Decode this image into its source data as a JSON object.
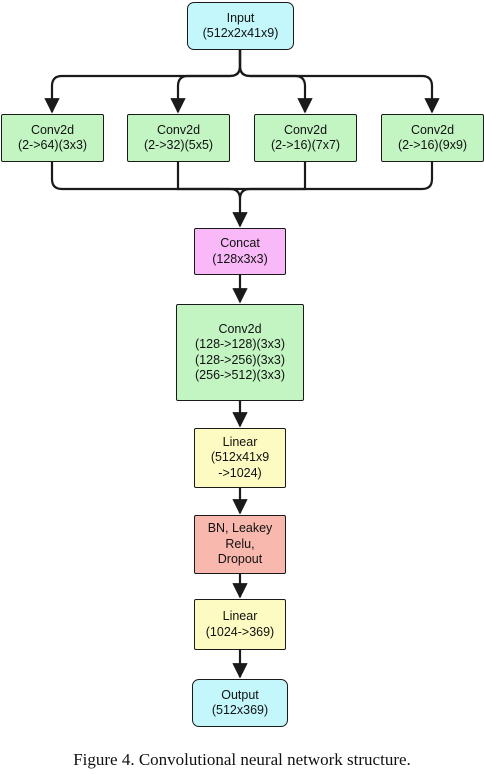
{
  "diagram": {
    "nodes": {
      "input": {
        "lines": [
          "Input",
          "(512x2x41x9)"
        ],
        "color": "#c3f7fb"
      },
      "conv_a": {
        "lines": [
          "Conv2d",
          "(2->64)(3x3)"
        ],
        "color": "#c3f5c3"
      },
      "conv_b": {
        "lines": [
          "Conv2d",
          "(2->32)(5x5)"
        ],
        "color": "#c3f5c3"
      },
      "conv_c": {
        "lines": [
          "Conv2d",
          "(2->16)(7x7)"
        ],
        "color": "#c3f5c3"
      },
      "conv_d": {
        "lines": [
          "Conv2d",
          "(2->16)(9x9)"
        ],
        "color": "#c3f5c3"
      },
      "concat": {
        "lines": [
          "Concat",
          "(128x3x3)"
        ],
        "color": "#f9b8f7"
      },
      "conv_main": {
        "lines": [
          "Conv2d",
          "(128->128)(3x3)",
          "(128->256)(3x3)",
          "(256->512)(3x3)"
        ],
        "color": "#c3f5c3"
      },
      "linear1": {
        "lines": [
          "Linear",
          "(512x41x9",
          "->1024)"
        ],
        "color": "#fdfbc2"
      },
      "bn": {
        "lines": [
          "BN, Leakey",
          "Relu,",
          "Dropout"
        ],
        "color": "#f8b8ad"
      },
      "linear2": {
        "lines": [
          "Linear",
          "(1024->369)"
        ],
        "color": "#fdfbc2"
      },
      "output": {
        "lines": [
          "Output",
          "(512x369)"
        ],
        "color": "#c3f7fb"
      }
    },
    "edges": [
      [
        "input",
        "conv_a"
      ],
      [
        "input",
        "conv_b"
      ],
      [
        "input",
        "conv_c"
      ],
      [
        "input",
        "conv_d"
      ],
      [
        "conv_a",
        "concat"
      ],
      [
        "conv_b",
        "concat"
      ],
      [
        "conv_c",
        "concat"
      ],
      [
        "conv_d",
        "concat"
      ],
      [
        "concat",
        "conv_main"
      ],
      [
        "conv_main",
        "linear1"
      ],
      [
        "linear1",
        "bn"
      ],
      [
        "bn",
        "linear2"
      ],
      [
        "linear2",
        "output"
      ]
    ]
  },
  "caption": "Figure 4. Convolutional neural network structure."
}
